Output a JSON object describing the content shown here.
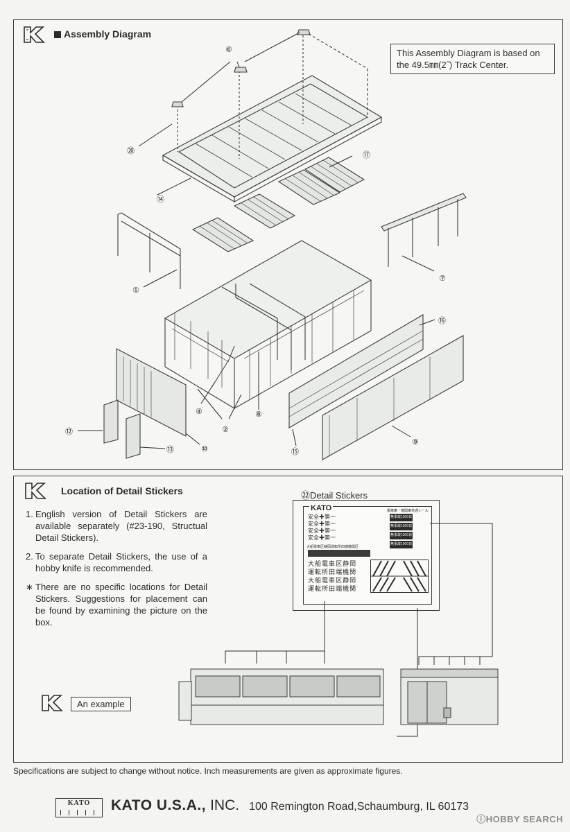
{
  "assembly": {
    "title": "Assembly Diagram",
    "note": "This Assembly Diagram is based on the 49.5㎜(2˝) Track Center.",
    "callouts": [
      "⑥",
      "⑳",
      "⑰",
      "⑭",
      "⑦",
      "①",
      "⑯",
      "④",
      "②",
      "⑧",
      "⑫",
      "⑬",
      "⑩",
      "⑮",
      "⑨"
    ]
  },
  "stickers": {
    "title": "Location of Detail Stickers",
    "items": [
      {
        "marker": "1.",
        "text": "English version of Detail Stickers are available separately (#23-190, Structual Detail Stickers)."
      },
      {
        "marker": "2.",
        "text": "To separate Detail Stickers, the use of a hobby knife is recommended."
      },
      {
        "marker": "∗",
        "text": "There are no specific locations for Detail Stickers. Suggestions for placement can be found by examining the picture on the box."
      }
    ],
    "sheet_label": "㉒Detail Stickers",
    "sheet_logo": "KATO",
    "sheet_header": "電車庫・機関庫共通シール",
    "sheet_rows_left": [
      "安全✚第一",
      "安全✚第一",
      "安全✚第一",
      "安全✚第一"
    ],
    "sheet_band": "大船電車区静岡運転所田端機関区",
    "sheet_grid": [
      [
        "大",
        "船",
        "電",
        "車",
        "区",
        "静",
        "岡"
      ],
      [
        "運",
        "転",
        "所",
        "田",
        "端",
        "機",
        "関"
      ],
      [
        "大",
        "船",
        "電",
        "車",
        "区",
        "静",
        "岡"
      ],
      [
        "運",
        "転",
        "所",
        "田",
        "端",
        "機",
        "関"
      ]
    ],
    "sheet_right": [
      "無事故1000日",
      "無事故1000日",
      "無事故1000日",
      "無事故1000日"
    ],
    "example_label": "An example"
  },
  "footer": {
    "note": "Specifications are subject to change without notice. Inch measurements are given as approximate figures.",
    "badge": "KATO",
    "company": "KATO U.S.A.,",
    "company_suffix": "INC.",
    "address": "100 Remington Road,Schaumburg, IL 60173",
    "watermark": "ⓘHOBBY SEARCH"
  }
}
